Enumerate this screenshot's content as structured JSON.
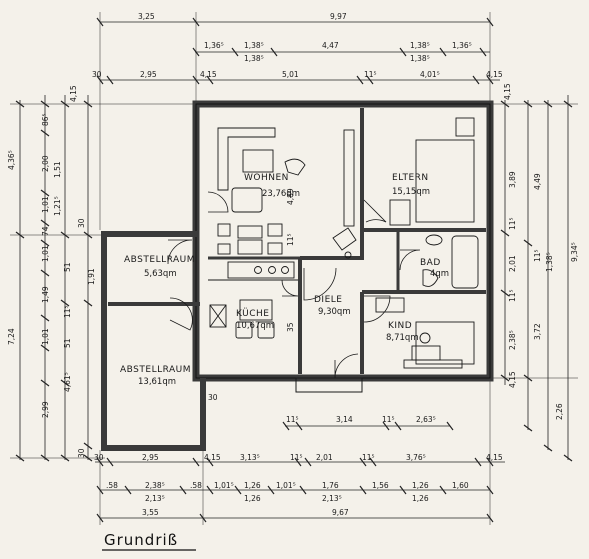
{
  "title": "Grundriß",
  "rooms": {
    "wohnen": {
      "name": "WOHNEN",
      "area": "23,76qm"
    },
    "eltern": {
      "name": "ELTERN",
      "area": "15,15qm"
    },
    "abst1": {
      "name": "ABSTELLRAUM",
      "area": "5,63qm"
    },
    "bad": {
      "name": "BAD",
      "area": "4qm"
    },
    "kueche": {
      "name": "KÜCHE",
      "area": "10,67qm"
    },
    "diele": {
      "name": "DIELE",
      "area": "9,30qm"
    },
    "kind": {
      "name": "KIND",
      "area": "8,71qm"
    },
    "abst2": {
      "name": "ABSTELLRAUM",
      "area": "13,61qm"
    }
  },
  "dims": {
    "top1": [
      "3,25",
      "9,97"
    ],
    "top2": [
      "1,36⁵",
      "1,38⁵",
      "4,47",
      "1,38⁵",
      "1,36⁵"
    ],
    "top2b": [
      "1,38⁵",
      "1,38⁵"
    ],
    "top3": [
      "30",
      "2,95",
      "4,15",
      "5,01",
      "11⁵",
      "4,01⁵",
      "4,15"
    ],
    "bot1": [
      "30",
      "2,95",
      "4,15",
      "3,13⁵",
      "11⁵",
      "2,01",
      "11⁵",
      "3,76⁵",
      "4,15"
    ],
    "bot2": [
      ".58",
      "2,38⁵",
      ".58",
      "1,01⁵",
      "1,26",
      "1,01⁵",
      "1,76",
      "1,56",
      "1,26",
      "1,60"
    ],
    "bot2b": [
      "2,13⁵",
      "1,26",
      "2,13⁵",
      "1,26"
    ],
    "bot3": [
      "3,55",
      "9,67"
    ],
    "inner": [
      "11⁵",
      "3,14",
      "11⁵",
      "2,63⁵"
    ],
    "left1": [
      "4,36⁵",
      "7,24"
    ],
    "left2": [
      "86⁵",
      "2,00",
      "1,01",
      "74",
      "1,01",
      "1,49",
      "1,01",
      "4,61⁵",
      "2,99"
    ],
    "left3": [
      "1,51",
      "1,21⁵",
      "51",
      "11⁵",
      "51"
    ],
    "leftsmall": [
      "30",
      "1,91",
      "30"
    ],
    "right1": [
      "3,89",
      "11⁵",
      "2,01",
      "11⁵",
      "2,38⁵",
      "4,15"
    ],
    "right2": [
      "4,49",
      "11⁵",
      "3,72",
      "2,26"
    ],
    "right3": [
      "9,34⁵",
      "1,38⁵"
    ],
    "misc": [
      "4,89",
      "11⁵",
      "35",
      "30",
      "4,15",
      "4,15"
    ]
  }
}
